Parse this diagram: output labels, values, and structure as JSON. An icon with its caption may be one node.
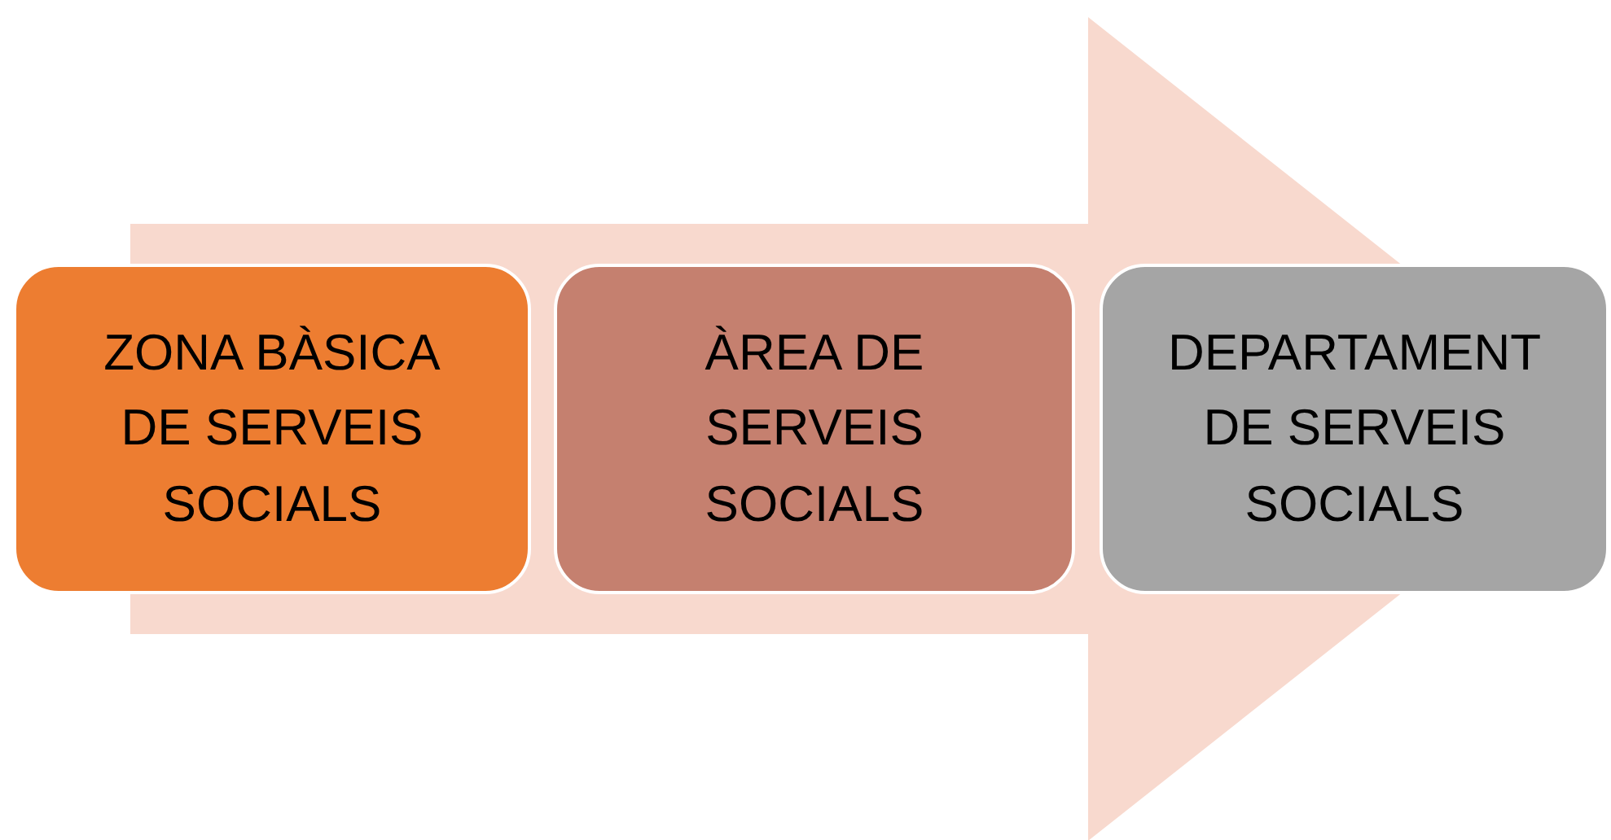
{
  "diagram": {
    "nodes": [
      {
        "text": [
          "ZONA BÀSICA DE SERVEIS SOCIALS"
        ]
      },
      {
        "text": [
          "ÀREA DE SERVEIS SOCIALS"
        ]
      },
      {
        "text": [
          "DEPARTAMENT DE SERVEIS SOCIALS"
        ]
      }
    ],
    "edges": [
      {
        "from": 0,
        "to": 2,
        "arrow": "to",
        "style": "thick"
      }
    ]
  }
}
